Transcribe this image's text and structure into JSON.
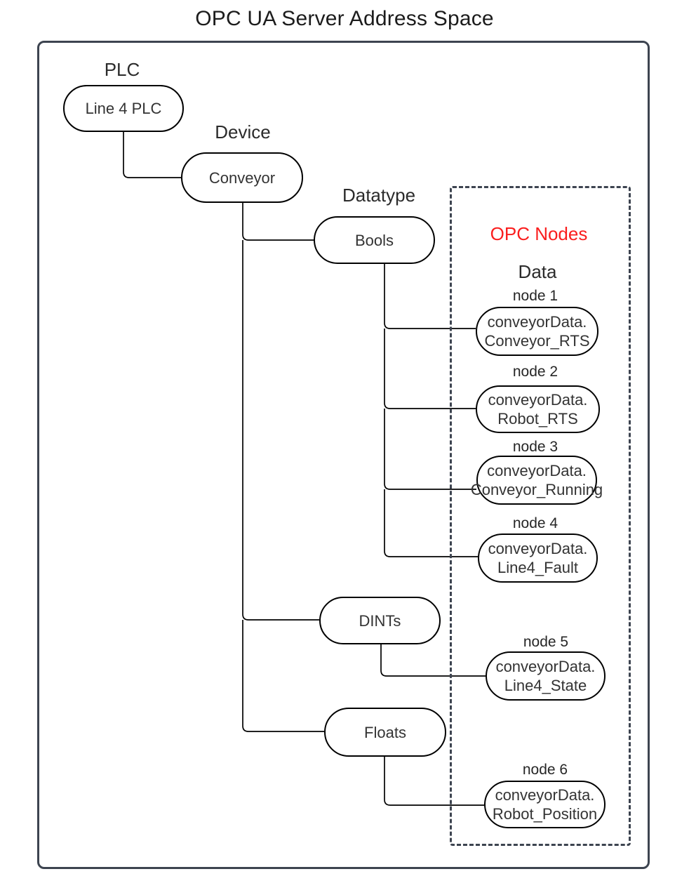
{
  "title": "OPC UA Server Address Space",
  "tree": {
    "plc_category": "PLC",
    "plc_node": "Line 4 PLC",
    "device_category": "Device",
    "device_node": "Conveyor",
    "datatype_category": "Datatype",
    "datatypes": {
      "bools": "Bools",
      "dints": "DINTs",
      "floats": "Floats"
    }
  },
  "opc": {
    "box_title": "OPC Nodes",
    "group_label": "Data",
    "nodes": [
      {
        "id": "node 1",
        "line1": "conveyorData.",
        "line2": "Conveyor_RTS"
      },
      {
        "id": "node 2",
        "line1": "conveyorData.",
        "line2": "Robot_RTS"
      },
      {
        "id": "node 3",
        "line1": "conveyorData.",
        "line2": "Conveyor_Running"
      },
      {
        "id": "node 4",
        "line1": "conveyorData.",
        "line2": "Line4_Fault"
      },
      {
        "id": "node 5",
        "line1": "conveyorData.",
        "line2": "Line4_State"
      },
      {
        "id": "node 6",
        "line1": "conveyorData.",
        "line2": "Robot_Position"
      }
    ]
  },
  "colors": {
    "outline": "#3d4450",
    "wire": "#000000",
    "accent_red": "#fa1e1e",
    "pill_border": "#000000"
  }
}
